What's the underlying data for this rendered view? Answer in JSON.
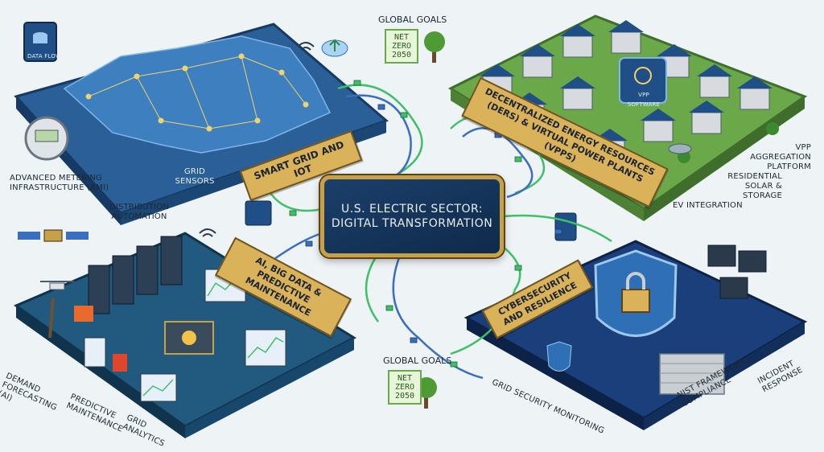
{
  "center": {
    "line1": "U.S. Electric Sector:",
    "line2": "Digital Transformation"
  },
  "banners": {
    "smart_grid": "Smart Grid and IoT",
    "der": "Decentralized Energy Resources (DERs) & Virtual Power Plants (VPPs)",
    "ai": "AI, Big Data & Predictive Maintenance",
    "cyber": "Cybersecurity and Resilience"
  },
  "labels": {
    "data_flow": "Data Flow",
    "ami": "Advanced Metering Infrastructure (AMI)",
    "grid_sensors": "Grid Sensors",
    "distribution_automation": "Distribution Automation",
    "vpp_software": "VPP Software",
    "vpp_aggregation": "VPP Aggregation Platform",
    "residential": "Residential Solar & Storage",
    "ev": "EV Integration",
    "demand_forecasting": "Demand Forecasting (AI)",
    "predictive_maintenance": "Predictive Maintenance",
    "grid_analytics": "Grid Analytics",
    "grid_security": "Grid Security Monitoring",
    "nist": "NIST Framework Compliance",
    "incident": "Incident Response"
  },
  "goals": {
    "heading": "Global Goals",
    "netzero": [
      "NET",
      "ZERO",
      "2050"
    ]
  },
  "colors": {
    "accent_gold": "#d9b25a",
    "panel_blue": "#1f4f86",
    "grass_green": "#5f9a3e",
    "flow_green": "#3fbf6a",
    "flow_blue": "#3a6fc0"
  }
}
